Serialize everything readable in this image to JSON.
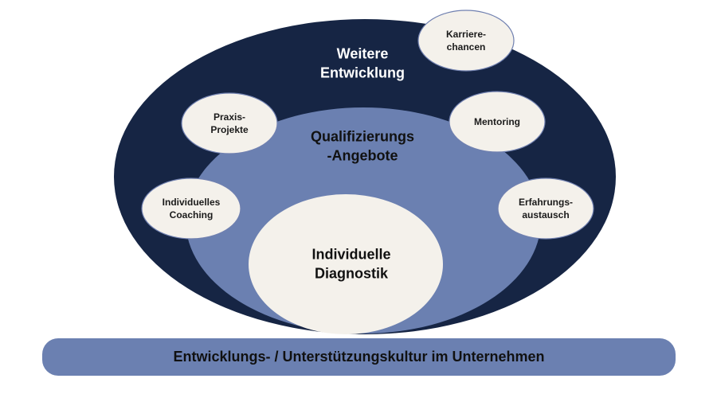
{
  "outer": {
    "line1": "Weitere",
    "line2": "Entwicklung"
  },
  "middle": {
    "line1": "Qualifizierungs",
    "line2": "-Angebote"
  },
  "inner": {
    "line1": "Individuelle",
    "line2": "Diagnostik"
  },
  "bubbles": {
    "karriere": {
      "line1": "Karriere-",
      "line2": "chancen"
    },
    "praxis": {
      "line1": "Praxis-",
      "line2": "Projekte"
    },
    "mentoring": {
      "line1": "Mentoring"
    },
    "coaching": {
      "line1": "Individuelles",
      "line2": "Coaching"
    },
    "erfahrung": {
      "line1": "Erfahrungs-",
      "line2": "austausch"
    }
  },
  "footer": {
    "label": "Entwicklungs- / Unterstützungskultur im Unternehmen"
  },
  "colors": {
    "dark": "#162544",
    "mid": "#6b80b1",
    "cream": "#f4f1eb"
  }
}
